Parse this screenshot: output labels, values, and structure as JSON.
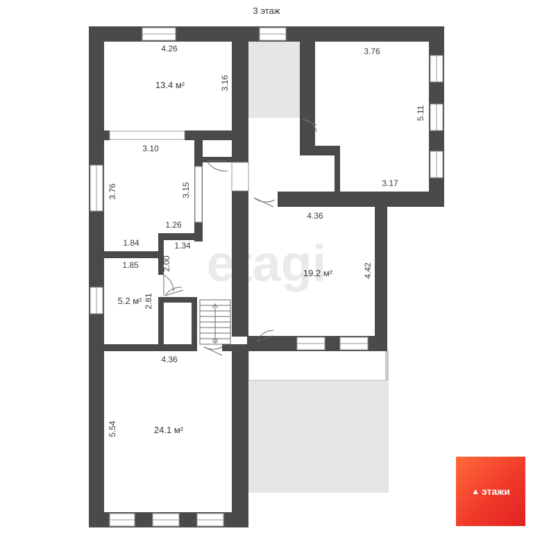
{
  "floor_title": "3 этаж",
  "watermark": "etagi",
  "brand": {
    "label": "этажи"
  },
  "rooms": [
    {
      "id": "room-top-left",
      "area": "13.4 м²",
      "dims": [
        "4.26",
        "3.16"
      ]
    },
    {
      "id": "room-top-right",
      "area": "",
      "dims": [
        "3.76",
        "5.11",
        "3.17"
      ]
    },
    {
      "id": "room-left-mid",
      "area": "",
      "dims": [
        "3.10",
        "3.15",
        "3.76",
        "1.26",
        "1.84",
        "1.34"
      ]
    },
    {
      "id": "room-small",
      "area": "5.2 м²",
      "dims": [
        "1.85",
        "2.00",
        "2.81"
      ]
    },
    {
      "id": "room-center",
      "area": "19.2 м²",
      "dims": [
        "4.36",
        "4.42"
      ]
    },
    {
      "id": "room-bottom-left",
      "area": "24.1 м²",
      "dims": [
        "4.36",
        "5.54"
      ]
    }
  ],
  "colors": {
    "wall": "#4a4a4a",
    "balcony": "#e6e6e6",
    "brand_start": "#ff6a3a",
    "brand_end": "#e02222"
  }
}
